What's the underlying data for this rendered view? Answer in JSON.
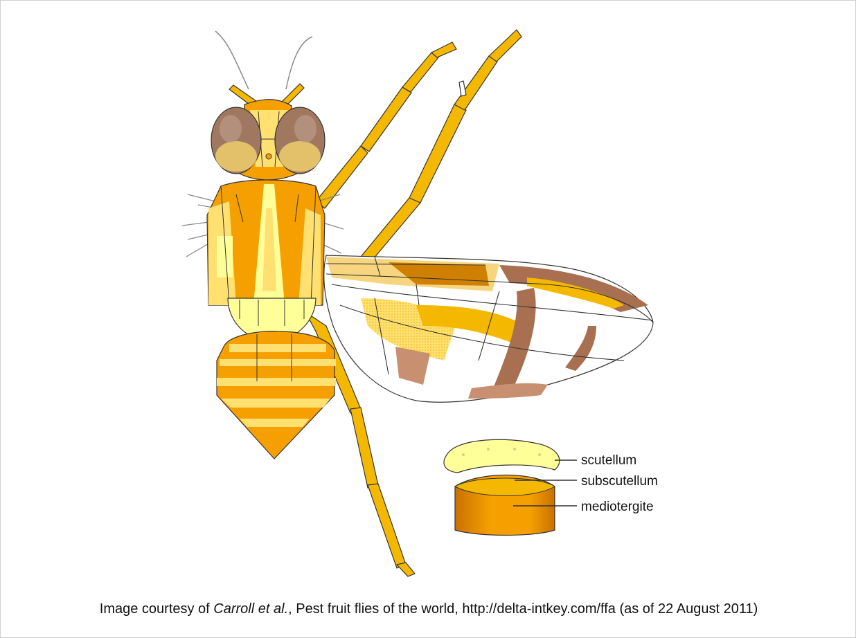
{
  "labels": {
    "scutellum": "scutellum",
    "subscutellum": "subscutellum",
    "mediotergite": "mediotergite"
  },
  "caption": {
    "prefix": "Image courtesy of ",
    "authors": "Carroll et al.",
    "suffix": ", Pest fruit flies of the world, http://delta-intkey.com/ffa (as of 22 August 2011)"
  },
  "colors": {
    "body_orange": "#f5a000",
    "pale_yellow": "#ffff99",
    "leg_yellow": "#f5b800",
    "brown": "#a87050",
    "eye_brown": "#a07860",
    "dark_orange": "#c87800"
  }
}
